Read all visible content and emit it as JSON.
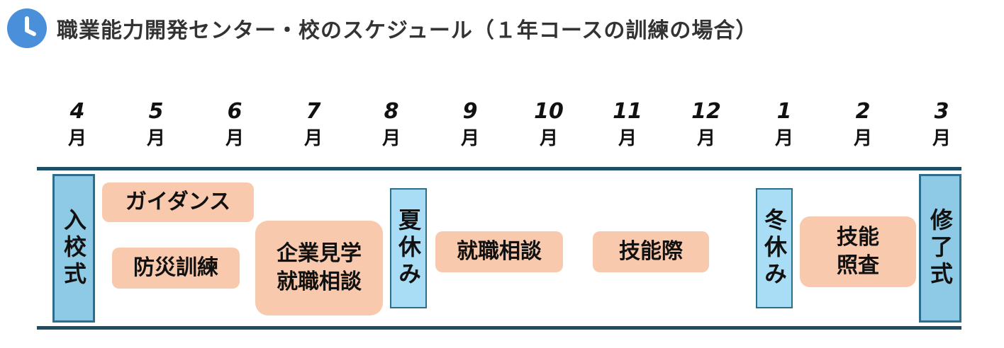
{
  "header": {
    "title": "職業能力開発センター・校のスケジュール（１年コースの訓練の場合）",
    "icon": "clock-icon"
  },
  "months": [
    {
      "num": "4",
      "unit": "月"
    },
    {
      "num": "5",
      "unit": "月"
    },
    {
      "num": "6",
      "unit": "月"
    },
    {
      "num": "7",
      "unit": "月"
    },
    {
      "num": "8",
      "unit": "月"
    },
    {
      "num": "9",
      "unit": "月"
    },
    {
      "num": "10",
      "unit": "月"
    },
    {
      "num": "11",
      "unit": "月"
    },
    {
      "num": "12",
      "unit": "月"
    },
    {
      "num": "1",
      "unit": "月"
    },
    {
      "num": "2",
      "unit": "月"
    },
    {
      "num": "3",
      "unit": "月"
    }
  ],
  "events": {
    "entrance": "入校式",
    "guidance": "ガイダンス",
    "disaster": "防災訓練",
    "company_visit": "企業見学\n就職相談",
    "summer": "夏休み",
    "job_consult": "就職相談",
    "skills_fest": "技能際",
    "winter": "冬休み",
    "skills_test": "技能\n照査",
    "graduation": "修了式"
  },
  "colors": {
    "accent_blue": "#4a8fd9",
    "box_blue": "#8ecae6",
    "box_border": "#2b6f8d",
    "pill_peach": "#f8c9ac",
    "rule": "#1c4e68"
  }
}
